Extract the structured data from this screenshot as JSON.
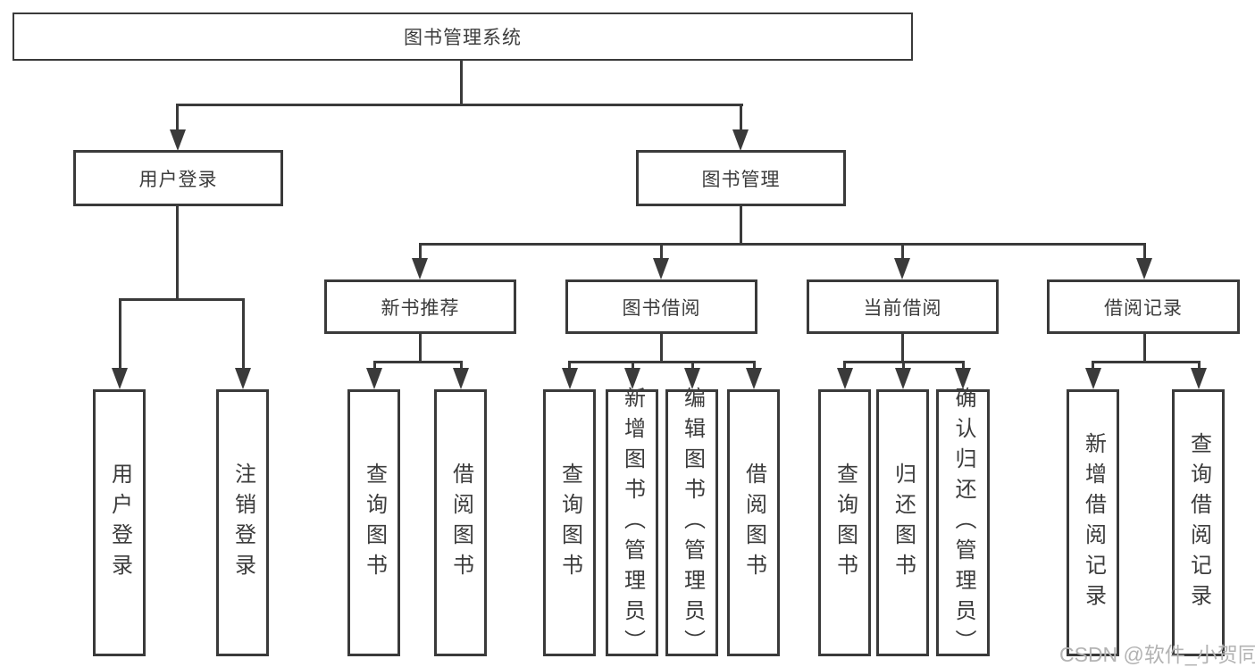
{
  "diagram": {
    "title": "图书管理系统",
    "root": {
      "label": "图书管理系统"
    },
    "level2": [
      {
        "label": "用户登录"
      },
      {
        "label": "图书管理"
      }
    ],
    "level3": [
      {
        "label": "新书推荐"
      },
      {
        "label": "图书借阅"
      },
      {
        "label": "当前借阅"
      },
      {
        "label": "借阅记录"
      }
    ],
    "leaves": {
      "login": [
        "用户登录",
        "注销登录"
      ],
      "recommend": [
        "查询图书",
        "借阅图书"
      ],
      "borrow": [
        "查询图书",
        "新增图书（管理员）",
        "编辑图书（管理员）",
        "借阅图书"
      ],
      "current": [
        "查询图书",
        "归还图书",
        "确认归还（管理员）"
      ],
      "records": [
        "新增借阅记录",
        "查询借阅记录"
      ]
    }
  },
  "watermark": {
    "text": "CSDN @软件_小贺同学"
  },
  "colors": {
    "line": "#3a3a3a",
    "text": "#3c3c3c",
    "background": "#ffffff",
    "watermark": "#b3b3b3"
  }
}
